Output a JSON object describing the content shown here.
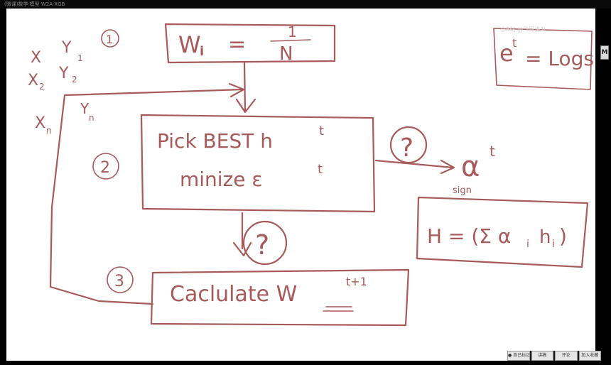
{
  "window": {
    "title": "(微课)数学·模型·W2A·XGB"
  },
  "watermark": "小B站 @飞哥讲AI",
  "side_handle_label": "M",
  "toolbar": {
    "buttons": [
      "● 自己标记",
      "讲稿",
      "评论",
      "加入收藏"
    ]
  },
  "whiteboard": {
    "step1_label": "1",
    "step2_label": "2",
    "step3_label": "3",
    "inputs": {
      "row1": [
        "X",
        "Y"
      ],
      "row2": [
        "X",
        "Y"
      ],
      "row3": [
        "X",
        "Y"
      ],
      "sub1": "1",
      "sub2": "2",
      "subn": "n"
    },
    "box1": {
      "lhs": "W",
      "sub": "i",
      "eq": "=",
      "num": "1",
      "den": "N"
    },
    "box2": {
      "line1": "Pick BEST h",
      "sup1": "t",
      "line2": "minize ε",
      "sup2": "t"
    },
    "question_right": "?",
    "question_down": "?",
    "alpha": {
      "symbol": "α",
      "sup": "t"
    },
    "box_h": {
      "sign": "sign",
      "formula": "H = (Σ α",
      "sub_a": "i",
      "h": "h",
      "sub_h": "i",
      "close": ")"
    },
    "box3": {
      "text": "Caclulate W",
      "sup": "t+1"
    },
    "corner_note": {
      "base": "e",
      "sup": "t",
      "rest": "= Logs"
    }
  }
}
